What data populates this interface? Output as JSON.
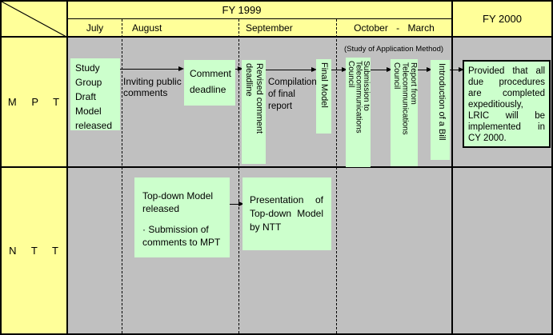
{
  "header": {
    "fy1999_label": "FY 1999",
    "fy2000_label": "FY 2000",
    "months": {
      "july": "July",
      "august": "August",
      "september": "September",
      "oct_march": "October - March"
    }
  },
  "mpt": {
    "row_label": "M P T",
    "study_group_box": "Study Group Draft Model released",
    "inviting_comments_label": "Inviting public comments",
    "comment_deadline_box": "Comment deadline",
    "revised_deadline_box": "Revised comment\ndeadline",
    "compilation_label": "Compilation of final report",
    "final_model_box": "Final Model",
    "study_application_note": "(Study of Application Method)",
    "submission_council_box": "Submission to\nTelecommunications\nCouncil",
    "report_council_box": "Report from\nTelecommunications\nCouncil",
    "introduction_bill_box": "Introduction of a Bill",
    "provided_box": "Provided that all due procedures are completed expeditiously, LRIC will be implemented in CY 2000."
  },
  "ntt": {
    "row_label": "N T T",
    "topdown_released_line": "Top-down Model released",
    "submission_comments_line": "· Submission of comments to MPT",
    "presentation_box": "Presentation of Top-down Model by NTT"
  },
  "colors": {
    "header_yellow": "#FFFF99",
    "body_gray": "#C0C0C0",
    "box_green": "#CCFFCC",
    "line_black": "#000000"
  }
}
